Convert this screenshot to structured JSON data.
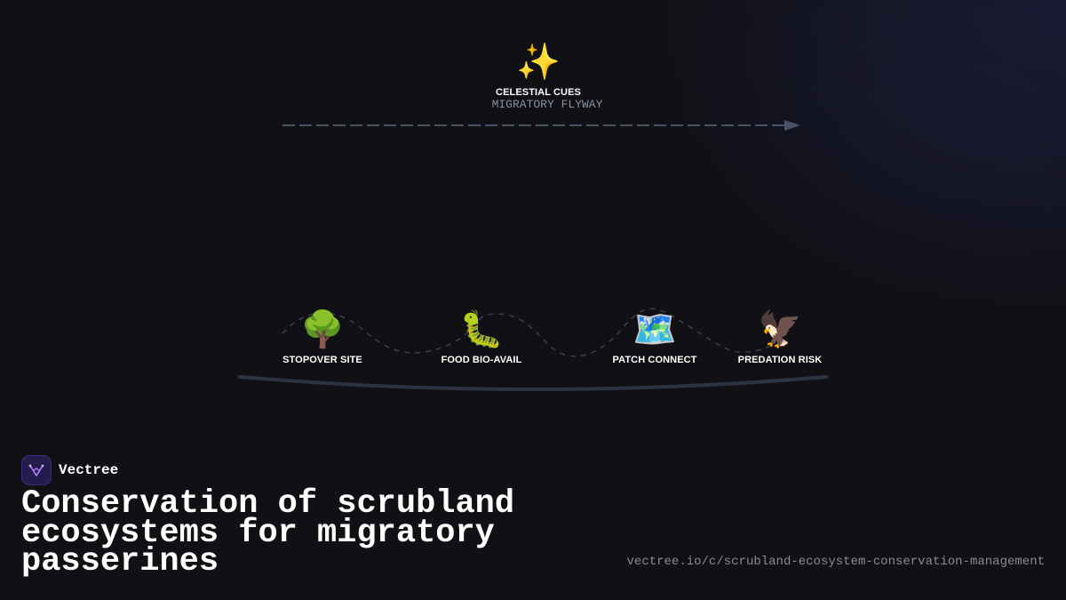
{
  "diagram": {
    "top_node": {
      "icon": "✨",
      "icon_name": "sparkles-icon",
      "label": "CELESTIAL CUES"
    },
    "flyway_label": "MIGRATORY FLYWAY",
    "nodes": [
      {
        "icon": "🌳",
        "icon_name": "tree-icon",
        "label": "STOPOVER SITE"
      },
      {
        "icon": "🐛",
        "icon_name": "caterpillar-icon",
        "label": "FOOD BIO-AVAIL"
      },
      {
        "icon": "🗺️",
        "icon_name": "map-icon",
        "label": "PATCH CONNECT"
      },
      {
        "icon": "🦅",
        "icon_name": "eagle-icon",
        "label": "PREDATION RISK"
      }
    ],
    "colors": {
      "arrow": "#4a5468",
      "ground": "#2c3444",
      "wave": "#3a4152"
    }
  },
  "brand": {
    "name": "Vectree",
    "logo_icon": "vectree-logo-icon",
    "logo_color": "#241c4d"
  },
  "title": "Conservation of scrubland ecosystems for migratory passerines",
  "url": "vectree.io/c/scrubland-ecosystem-conservation-management"
}
